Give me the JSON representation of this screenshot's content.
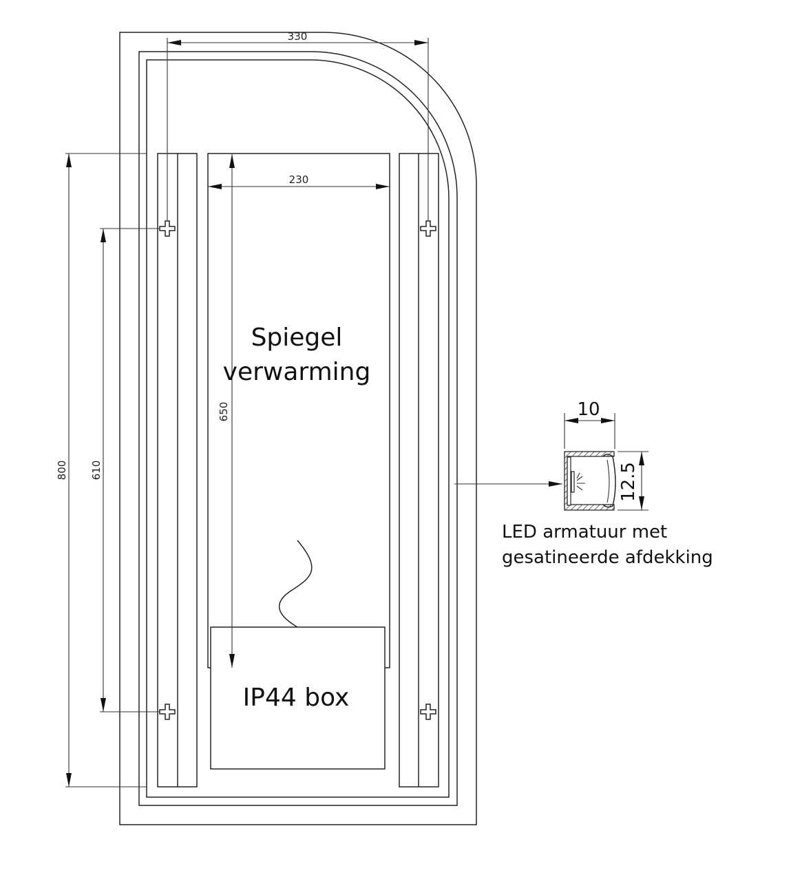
{
  "dimensions": {
    "width_total": "330",
    "mirror_width": "230",
    "mirror_height": "650",
    "mount_spacing": "610",
    "height_total": "800",
    "profile_width": "10",
    "profile_height": "12.5"
  },
  "labels": {
    "mirror_heating_line1": "Spiegel",
    "mirror_heating_line2": "verwarming",
    "box": "IP44 box",
    "led_line1": "LED armatuur met",
    "led_line2": "gesatineerde afdekking"
  }
}
